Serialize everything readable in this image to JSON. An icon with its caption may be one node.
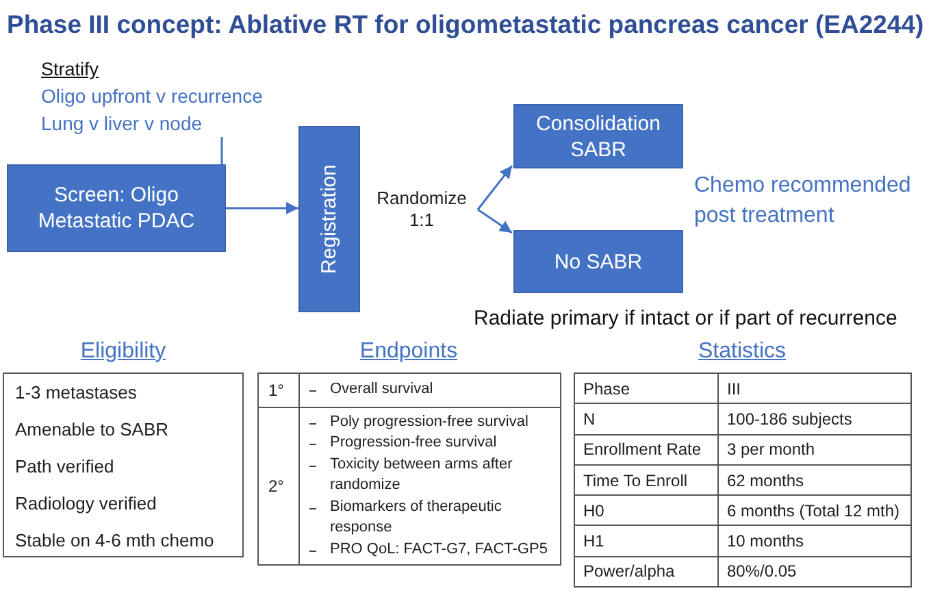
{
  "diagram": {
    "title": "Phase III concept: Ablative RT for oligometastatic pancreas cancer (EA2244)",
    "nodes": [
      {
        "text": [
          "Stratify",
          "Oligo upfront v recurrence",
          "Lung v liver v node"
        ]
      },
      {
        "text": [
          "Screen: Oligo Metastatic PDAC"
        ]
      },
      {
        "text": [
          "Registration"
        ]
      },
      {
        "text": [
          "Randomize 1:1"
        ]
      },
      {
        "text": [
          "Consolidation SABR"
        ]
      },
      {
        "text": [
          "No SABR"
        ]
      }
    ],
    "edges": [
      {
        "from": 0,
        "to": 1,
        "arrow": "none"
      },
      {
        "from": 1,
        "to": 2,
        "arrow": "to"
      },
      {
        "from": 3,
        "to": 4,
        "arrow": "to"
      },
      {
        "from": 3,
        "to": 5,
        "arrow": "to"
      }
    ],
    "labels": [
      "Chemo recommended post treatment",
      "Radiate primary if intact or if part of recurrence",
      "Eligibility",
      "1-3 metastases",
      "Amenable to SABR",
      "Path verified",
      "Radiology verified",
      "Stable on 4-6 mth chemo",
      "Endpoints",
      "1°",
      "Overall survival",
      "2°",
      "Poly progression-free survival",
      "Progression-free survival",
      "Toxicity between arms after randomize",
      "Biomarkers of therapeutic response",
      "PRO QoL: FACT-G7, FACT-GP5",
      "Statistics",
      "Phase",
      "III",
      "N",
      "100-186 subjects",
      "Enrollment Rate",
      "3 per month",
      "Time To Enroll",
      "62 months",
      "H0",
      "6 months (Total 12 mth)",
      "H1",
      "10 months",
      "Power/alpha",
      "80%/0.05"
    ]
  }
}
